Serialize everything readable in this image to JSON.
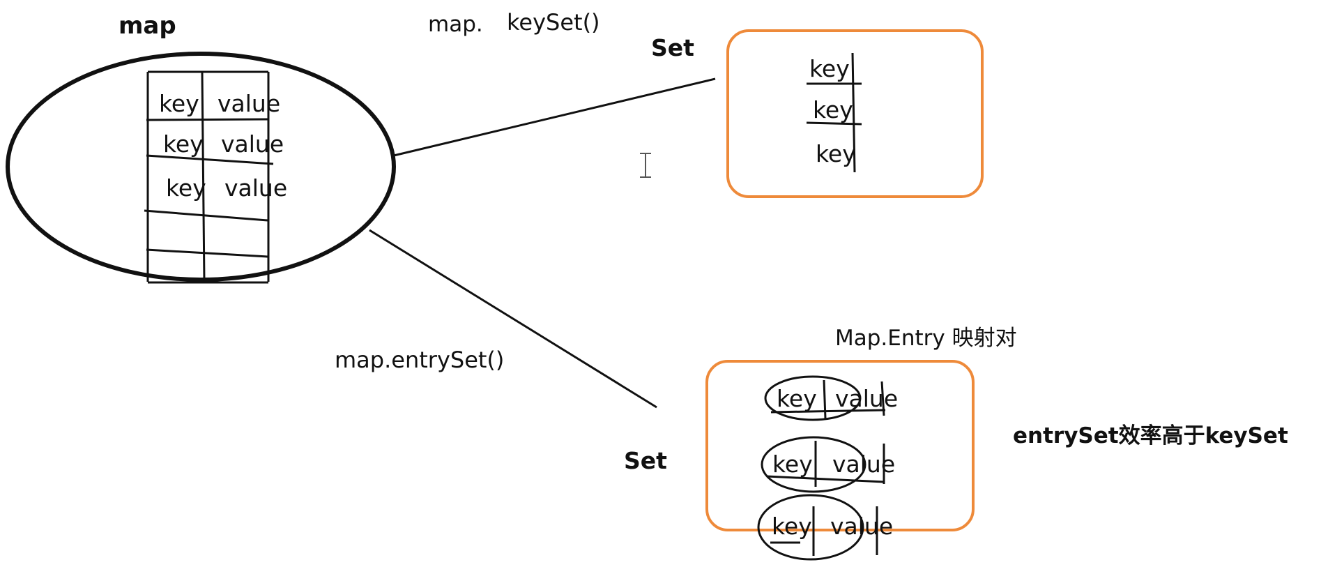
{
  "labels": {
    "map_title": "map",
    "keyset_call_prefix": "map.",
    "keyset_call_method": "keySet()",
    "set_top": "Set",
    "entryset_call": "map.entrySet()",
    "map_entry_caption": "Map.Entry 映射对",
    "set_bottom": "Set",
    "efficiency_note": "entrySet效率高于keySet"
  },
  "map_table": {
    "rows": [
      {
        "key": "key",
        "value": "value"
      },
      {
        "key": "key",
        "value": "value"
      },
      {
        "key": "key",
        "value": "value"
      }
    ]
  },
  "keyset_box": {
    "items": [
      "key",
      "key",
      "key"
    ]
  },
  "entryset_box": {
    "entries": [
      {
        "key": "key",
        "value": "value"
      },
      {
        "key": "key",
        "value": "value"
      },
      {
        "key": "key",
        "value": "value"
      }
    ]
  },
  "colors": {
    "ink": "#111111",
    "set_box_border": "#ee8a3a",
    "background": "#ffffff"
  },
  "icons": {
    "cursor": "text-cursor-icon"
  }
}
